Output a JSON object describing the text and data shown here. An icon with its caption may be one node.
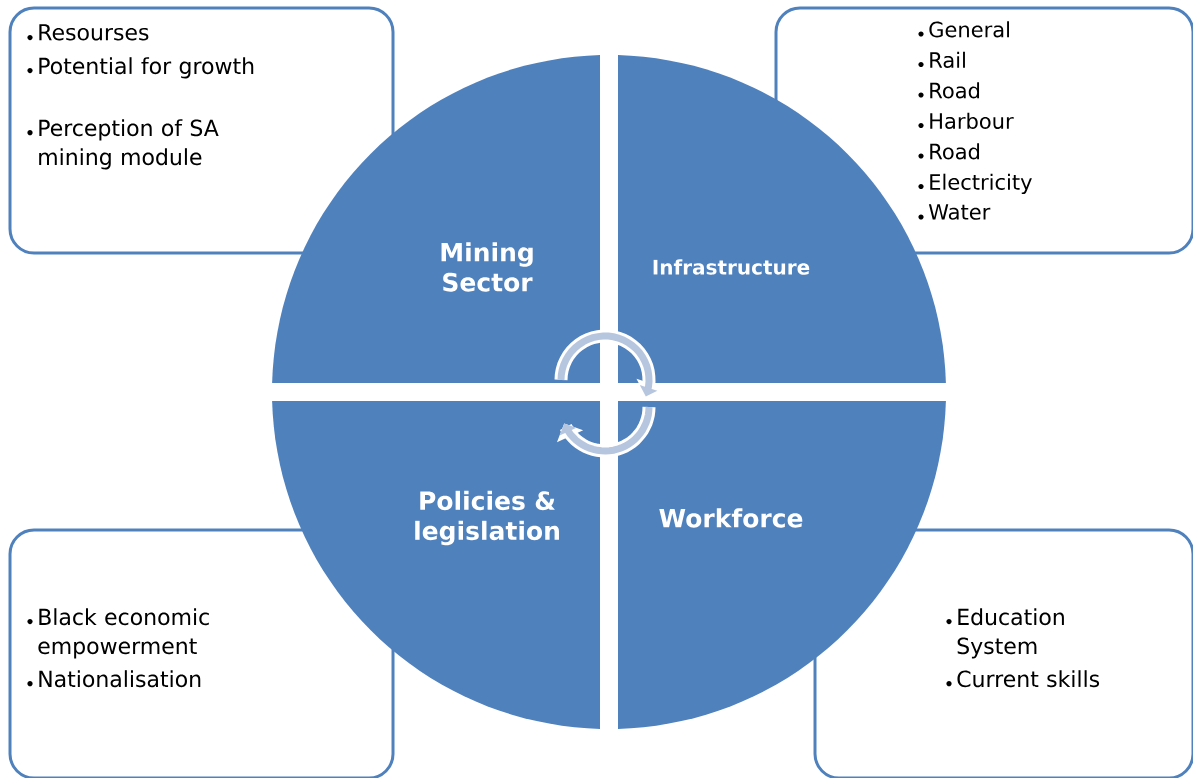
{
  "diagram": {
    "nodes": [
      {
        "text": [
          "Resourses",
          "Potential for growth",
          "Perception of SA mining module"
        ]
      },
      {
        "text": [
          "General",
          "Rail",
          "Road",
          "Harbour",
          "Road",
          "Electricity",
          "Water"
        ]
      },
      {
        "text": [
          "Mining Sector"
        ]
      },
      {
        "text": [
          "Infrastructure"
        ]
      },
      {
        "text": [
          "Policies & legislation"
        ]
      },
      {
        "text": [
          "Workforce"
        ]
      },
      {
        "text": [
          "Black economic empowerment",
          "Nationalisation"
        ]
      },
      {
        "text": [
          "Education System",
          "Current skills"
        ]
      }
    ]
  }
}
